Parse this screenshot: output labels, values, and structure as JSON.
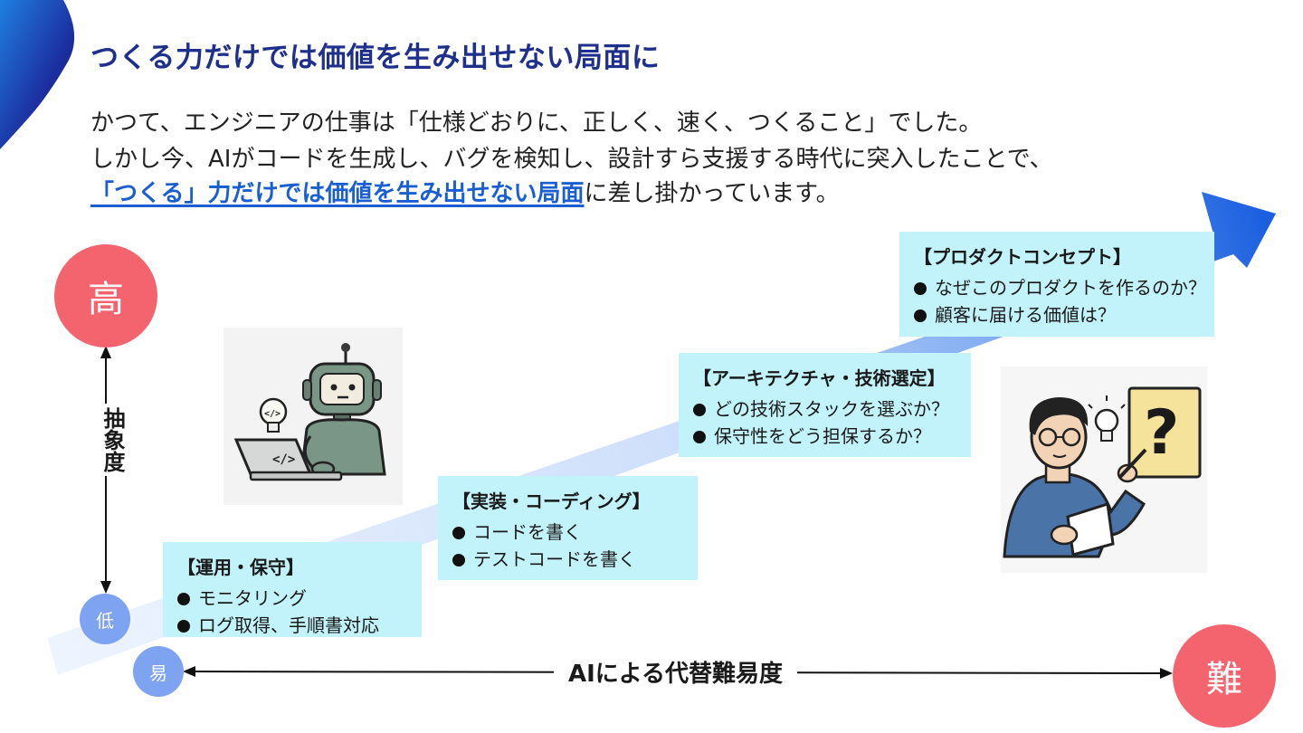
{
  "title": "つくる力だけでは価値を生み出せない局面に",
  "intro": {
    "line1": "かつて、エンジニアの仕事は「仕様どおりに、正しく、速く、つくること」でした。",
    "line2": "しかし今、AIがコードを生成し、バグを検知し、設計すら支援する時代に突入したことで、",
    "line3_highlight": "「つくる」力だけでは価値を生み出せない局面",
    "line3_rest": "に差し掛かっています。"
  },
  "stages": [
    {
      "title": "【運用・保守】",
      "items": [
        "モニタリング",
        "ログ取得、手順書対応"
      ]
    },
    {
      "title": "【実装・コーディング】",
      "items": [
        "コードを書く",
        "テストコードを書く"
      ]
    },
    {
      "title": "【アーキテクチャ・技術選定】",
      "items": [
        "どの技術スタックを選ぶか？",
        "保守性をどう担保するか？"
      ]
    },
    {
      "title": "【プロダクトコンセプト】",
      "items": [
        "なぜこのプロダクトを作るのか？",
        "顧客に届ける価値は？"
      ]
    }
  ],
  "axes": {
    "vertical": {
      "label": "抽象度",
      "high": "高",
      "low": "低"
    },
    "horizontal": {
      "label": "AIによる代替難易度",
      "easy": "易",
      "hard": "難"
    }
  },
  "colors": {
    "title": "#1e2f8c",
    "highlight": "#1a5fd1",
    "box": "#c2f3fb",
    "circle_high": "#f4646f",
    "circle_low": "#7ea3f0",
    "arrow_start": "#eef4fe",
    "arrow_end": "#1a5fe0"
  },
  "icons": [
    "robot-laptop-illustration",
    "person-thinking-illustration",
    "lightbulb-icon",
    "question-mark-icon"
  ]
}
